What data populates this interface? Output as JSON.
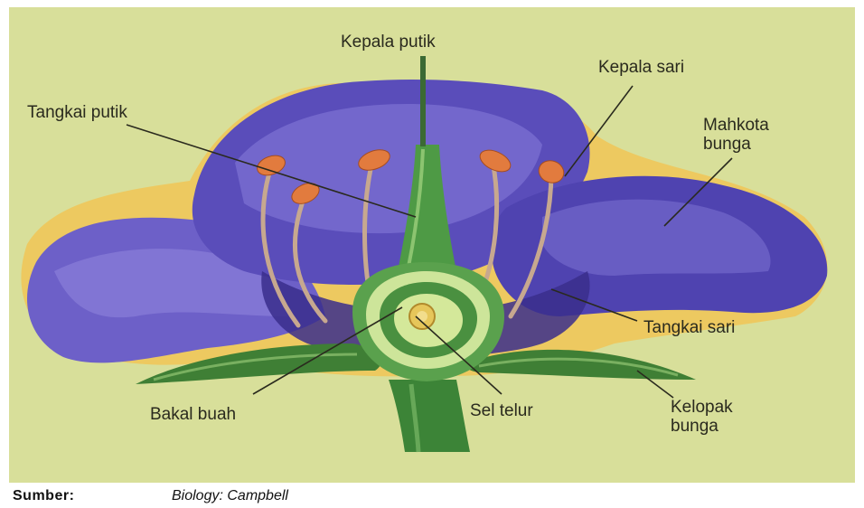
{
  "labels": {
    "kepala_putik": "Kepala putik",
    "kepala_sari": "Kepala sari",
    "tangkai_putik": "Tangkai putik",
    "mahkota_bunga": "Mahkota\nbunga",
    "tangkai_sari": "Tangkai sari",
    "bakal_buah": "Bakal buah",
    "sel_telur": "Sel telur",
    "kelopak_bunga": "Kelopak\nbunga"
  },
  "footer": {
    "caption": "Sumber:",
    "source": "Biology: Campbell"
  },
  "colors": {
    "background": "#d8df9a",
    "petal": "#6a5cc4",
    "petal_dark": "#3c2f8e",
    "stem": "#3f8a3a",
    "anther": "#e07a3c",
    "filament": "#c9a88a",
    "label_line": "#2a2a1e"
  }
}
